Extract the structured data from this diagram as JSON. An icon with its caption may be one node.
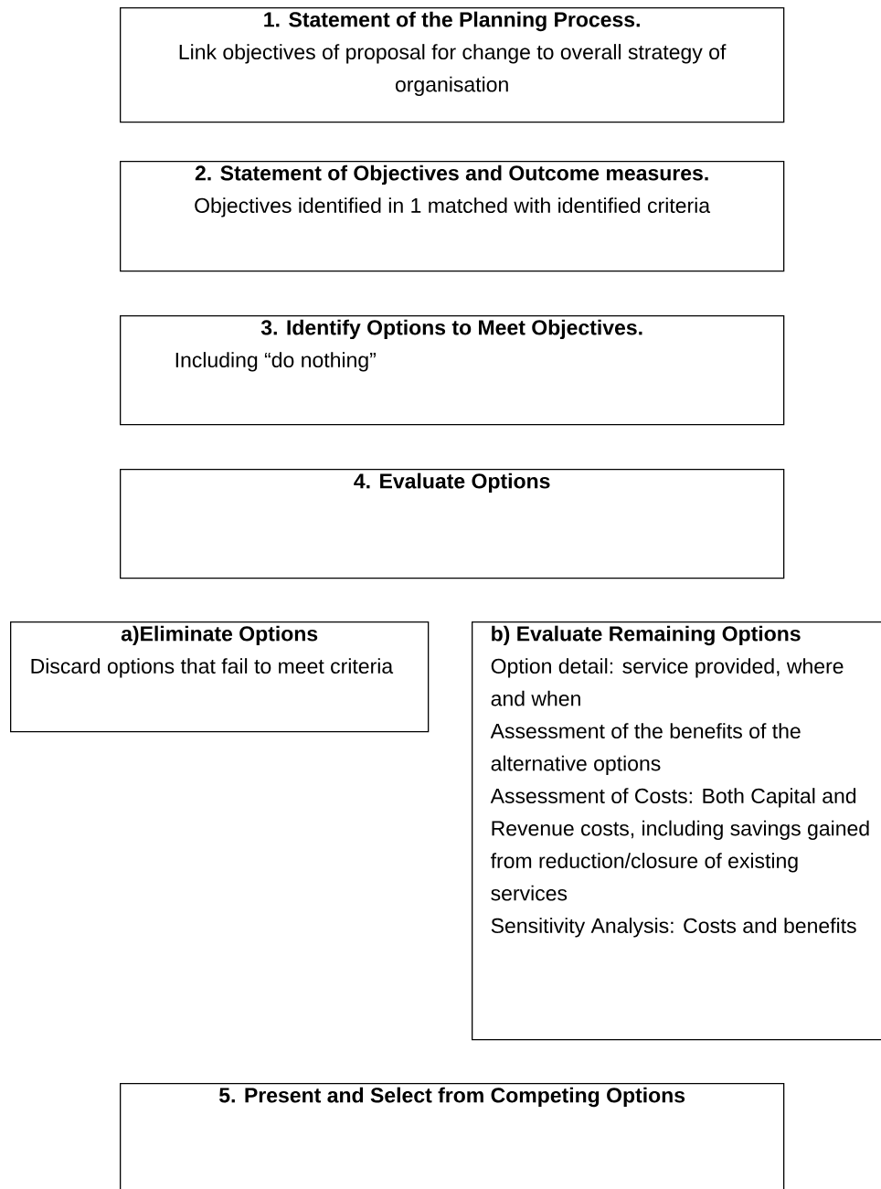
{
  "diagram": {
    "nodes": [
      {
        "text": [
          "1. Statement of the Planning Process.",
          "Link objectives of proposal for change to overall strategy of organisation"
        ]
      },
      {
        "text": [
          "2. Statement of Objectives and Outcome measures.",
          "Objectives identified in 1 matched with identified criteria"
        ]
      },
      {
        "text": [
          "3. Identify Options to Meet Objectives.",
          "Including “do nothing”"
        ]
      },
      {
        "text": [
          "4. Evaluate Options"
        ]
      },
      {
        "text": [
          "a)Eliminate Options",
          "Discard options that fail to meet criteria"
        ]
      },
      {
        "text": [
          "b) Evaluate Remaining Options",
          "Option detail: service provided, where and when",
          "Assessment of the benefits of the alternative options",
          "Assessment of Costs: Both Capital and Revenue costs, including savings gained from reduction/closure of existing services",
          "Sensitivity Analysis: Costs and benefits"
        ]
      },
      {
        "text": [
          "5. Present and Select from Competing Options"
        ]
      }
    ]
  }
}
